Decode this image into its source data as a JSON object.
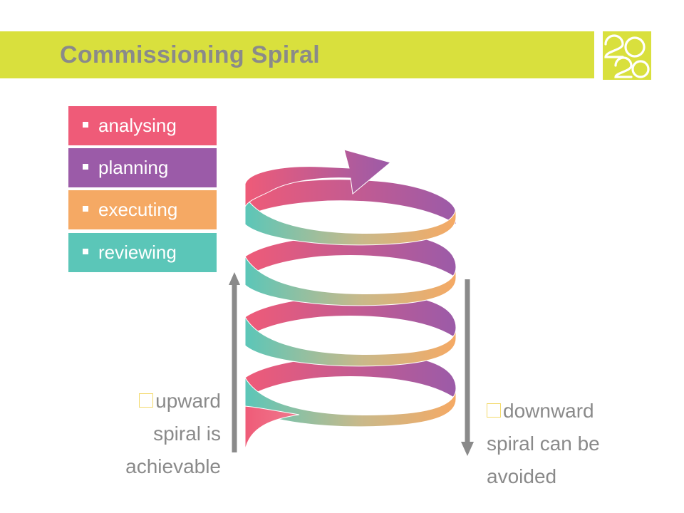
{
  "slide": {
    "title": "Commissioning Spiral",
    "accent_color": "#d9e03d",
    "logo": {
      "text": "2020",
      "icon": "2020-logo-icon"
    }
  },
  "legend": {
    "items": [
      {
        "label": "analysing",
        "color": "#ef5b78"
      },
      {
        "label": "planning",
        "color": "#9b5ba8"
      },
      {
        "label": "executing",
        "color": "#f5a964"
      },
      {
        "label": "reviewing",
        "color": "#5bc6b8"
      }
    ]
  },
  "captions": {
    "upward": {
      "lines": [
        "upward",
        "spiral is",
        "achievable"
      ]
    },
    "downward": {
      "lines": [
        "downward",
        "spiral can be",
        "avoided"
      ]
    }
  }
}
